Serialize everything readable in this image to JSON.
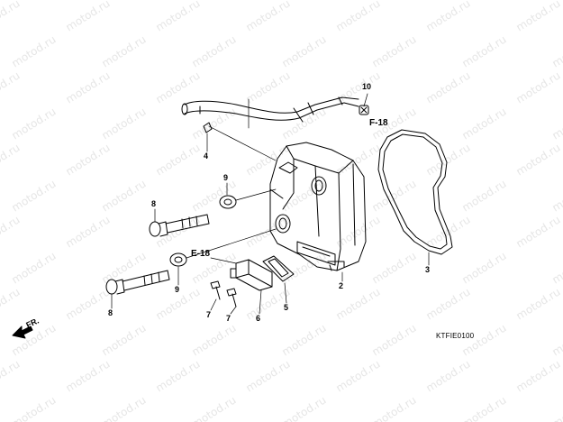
{
  "watermark": "motod.ru",
  "callouts": {
    "c1": "2",
    "c2": "3",
    "c3": "4",
    "c4": "5",
    "c5": "6",
    "c6": "7",
    "c7": "7",
    "c8": "8",
    "c9": "8",
    "c10": "9",
    "c11": "9",
    "c12": "10"
  },
  "references": {
    "f18": "F-18",
    "e18": "E-18"
  },
  "front_label": "FR.",
  "diagram_code": "KTFIE0100",
  "colors": {
    "line": "#000000",
    "watermark": "#e6e6e6"
  }
}
